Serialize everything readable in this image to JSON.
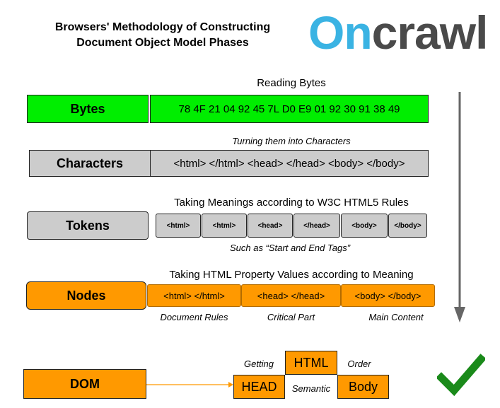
{
  "title": {
    "line1": "Browsers' Methodology of Constructing",
    "line2": "Document Object Model Phases"
  },
  "logo": {
    "part1": "On",
    "part2": "crawl"
  },
  "bytes": {
    "caption": "Reading Bytes",
    "label": "Bytes",
    "value": "78 4F 21 04 92 45 7L D0 E9 01 92 30 91 38 49"
  },
  "characters": {
    "caption": "Turning them into Characters",
    "label": "Characters",
    "value": "<html> </html> <head> </head> <body> </body>"
  },
  "tokens": {
    "caption": "Taking Meanings according to W3C HTML5 Rules",
    "label": "Tokens",
    "items": [
      "<html>",
      "<html>",
      "<head>",
      "</head>",
      "<body>",
      "</body>"
    ],
    "note": "Such as “Start and End Tags”"
  },
  "nodes": {
    "caption": "Taking HTML Property Values according to Meaning",
    "label": "Nodes",
    "items": [
      {
        "value": "<html> </html>",
        "note": "Document Rules"
      },
      {
        "value": "<head> </head>",
        "note": "Critical Part"
      },
      {
        "value": "<body> </body>",
        "note": "Main Content"
      }
    ]
  },
  "dom": {
    "label": "DOM",
    "html": "HTML",
    "head": "HEAD",
    "body": "Body",
    "word_getting": "Getting",
    "word_order": "Order",
    "word_semantic": "Semantic"
  },
  "colors": {
    "green": "#00ee00",
    "grey": "#cccccc",
    "orange": "#ff9900",
    "checkmark": "#1a8a1a",
    "arrow": "#666666"
  },
  "icons": [
    "down-arrow-icon",
    "checkmark-icon",
    "right-arrow-icon"
  ]
}
